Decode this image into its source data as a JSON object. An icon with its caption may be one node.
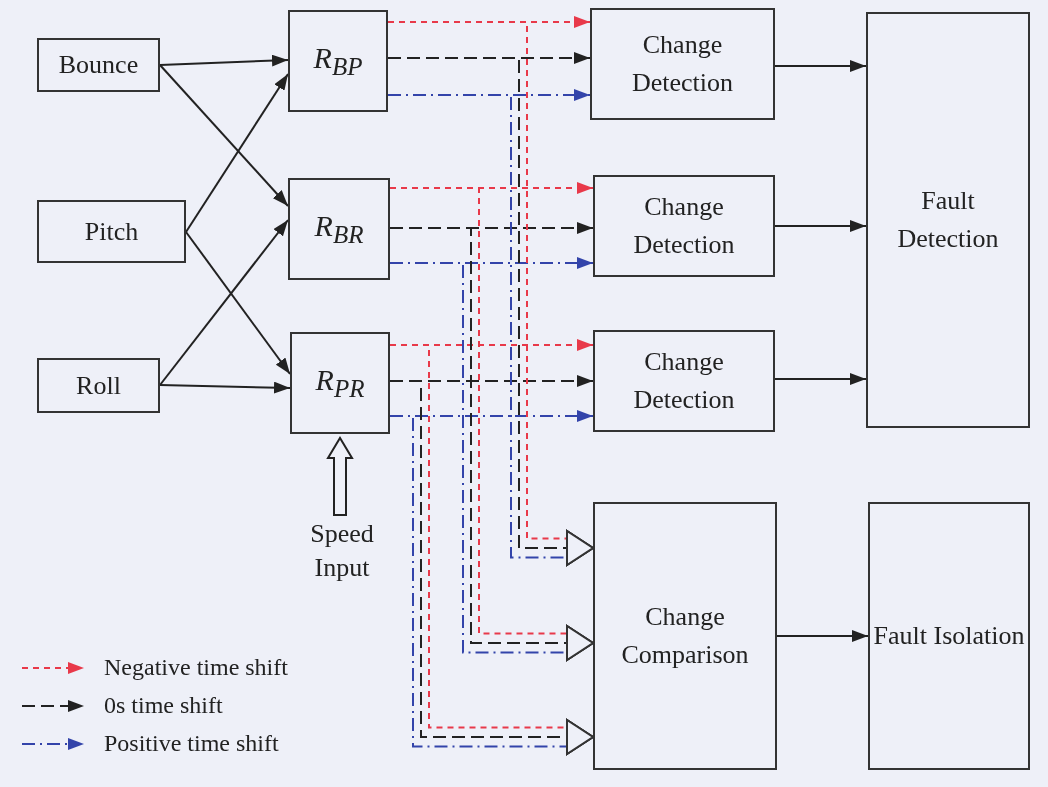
{
  "diagram": {
    "nodes": [
      {
        "text": [
          "Bounce"
        ]
      },
      {
        "text": [
          "Pitch"
        ]
      },
      {
        "text": [
          "Roll"
        ]
      },
      {
        "text": [
          "R$_{BP}$"
        ]
      },
      {
        "text": [
          "R$_{BR}$"
        ]
      },
      {
        "text": [
          "R$_{PR}$"
        ]
      },
      {
        "text": [
          "Change Detection"
        ]
      },
      {
        "text": [
          "Change Detection"
        ]
      },
      {
        "text": [
          "Change Detection"
        ]
      },
      {
        "text": [
          "Fault Detection"
        ]
      },
      {
        "text": [
          "Change Comparison"
        ]
      },
      {
        "text": [
          "Fault Isolation"
        ]
      },
      {
        "text": [
          "Speed Input"
        ]
      }
    ],
    "edges": [
      {
        "from": 0,
        "to": 3,
        "arrow": "to"
      },
      {
        "from": 0,
        "to": 4,
        "arrow": "to"
      },
      {
        "from": 1,
        "to": 3,
        "arrow": "to"
      },
      {
        "from": 1,
        "to": 5,
        "arrow": "to"
      },
      {
        "from": 2,
        "to": 4,
        "arrow": "to"
      },
      {
        "from": 2,
        "to": 5,
        "arrow": "to"
      },
      {
        "from": 3,
        "to": 6,
        "arrow": "to",
        "style": "dashed",
        "color": "#e8394a"
      },
      {
        "from": 3,
        "to": 6,
        "arrow": "to",
        "style": "dashed"
      },
      {
        "from": 3,
        "to": 6,
        "arrow": "to",
        "style": "dashed",
        "color": "#3344aa"
      },
      {
        "from": 4,
        "to": 7,
        "arrow": "to",
        "style": "dashed",
        "color": "#e8394a"
      },
      {
        "from": 4,
        "to": 7,
        "arrow": "to",
        "style": "dashed"
      },
      {
        "from": 4,
        "to": 7,
        "arrow": "to",
        "style": "dashed",
        "color": "#3344aa"
      },
      {
        "from": 5,
        "to": 8,
        "arrow": "to",
        "style": "dashed",
        "color": "#e8394a"
      },
      {
        "from": 5,
        "to": 8,
        "arrow": "to",
        "style": "dashed"
      },
      {
        "from": 5,
        "to": 8,
        "arrow": "to",
        "style": "dashed",
        "color": "#3344aa"
      },
      {
        "from": 3,
        "to": 10,
        "arrow": "to",
        "style": "dashed",
        "color": "#e8394a"
      },
      {
        "from": 3,
        "to": 10,
        "arrow": "to",
        "style": "dashed"
      },
      {
        "from": 3,
        "to": 10,
        "arrow": "to",
        "style": "dashed",
        "color": "#3344aa"
      },
      {
        "from": 4,
        "to": 10,
        "arrow": "to",
        "style": "dashed",
        "color": "#e8394a"
      },
      {
        "from": 4,
        "to": 10,
        "arrow": "to",
        "style": "dashed"
      },
      {
        "from": 4,
        "to": 10,
        "arrow": "to",
        "style": "dashed",
        "color": "#3344aa"
      },
      {
        "from": 5,
        "to": 10,
        "arrow": "to",
        "style": "dashed",
        "color": "#e8394a"
      },
      {
        "from": 5,
        "to": 10,
        "arrow": "to",
        "style": "dashed"
      },
      {
        "from": 5,
        "to": 10,
        "arrow": "to",
        "style": "dashed",
        "color": "#3344aa"
      },
      {
        "from": 6,
        "to": 9,
        "arrow": "to"
      },
      {
        "from": 7,
        "to": 9,
        "arrow": "to"
      },
      {
        "from": 8,
        "to": 9,
        "arrow": "to"
      },
      {
        "from": 10,
        "to": 11,
        "arrow": "to"
      },
      {
        "from": 12,
        "to": 5,
        "arrow": "to",
        "style": "thick"
      }
    ],
    "legend": [
      {
        "text": "Negative time shift"
      },
      {
        "text": "0s time shift"
      },
      {
        "text": "Positive time shift"
      }
    ]
  }
}
